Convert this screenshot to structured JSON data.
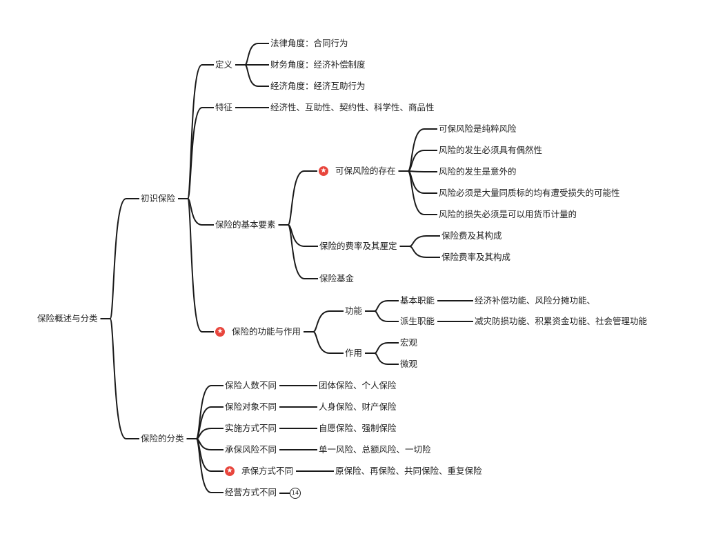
{
  "root": "保险概述与分类",
  "b1": {
    "label": "初识保险",
    "definition": {
      "label": "定义",
      "items": [
        "法律角度：合同行为",
        "财务角度：经济补偿制度",
        "经济角度：经济互助行为"
      ]
    },
    "features": {
      "label": "特征",
      "value": "经济性、互助性、契约性、科学性、商品性"
    },
    "elements": {
      "label": "保险的基本要素",
      "risk": {
        "label": "可保风险的存在",
        "items": [
          "可保风险是纯粹风险",
          "风险的发生必须具有偶然性",
          "风险的发生是意外的",
          "风险必须是大量同质标的均有遭受损失的可能性",
          "风险的损失必须是可以用货币计量的"
        ]
      },
      "rate": {
        "label": "保险的费率及其厘定",
        "items": [
          "保险费及其构成",
          "保险费率及其构成"
        ]
      },
      "fund": "保险基金"
    },
    "function": {
      "label": "保险的功能与作用",
      "func": {
        "label": "功能",
        "basic": {
          "label": "基本职能",
          "value": "经济补偿功能、风险分摊功能、"
        },
        "derived": {
          "label": "派生职能",
          "value": "减灾防损功能、积累资金功能、社会管理功能"
        }
      },
      "role": {
        "label": "作用",
        "items": [
          "宏观",
          "微观"
        ]
      }
    }
  },
  "b2": {
    "label": "保险的分类",
    "items": [
      {
        "label": "保险人数不同",
        "value": "团体保险、个人保险"
      },
      {
        "label": "保险对象不同",
        "value": "人身保险、财产保险"
      },
      {
        "label": "实施方式不同",
        "value": "自愿保险、强制保险"
      },
      {
        "label": "承保风险不同",
        "value": "单一风险、总额风险、一切险"
      },
      {
        "label": "承保方式不同",
        "value": "原保险、再保险、共同保险、重复保险"
      },
      {
        "label": "经营方式不同",
        "collapsed_count": "14"
      }
    ]
  },
  "colors": {
    "line": "#1a1a1a",
    "star": "#e8453c"
  }
}
